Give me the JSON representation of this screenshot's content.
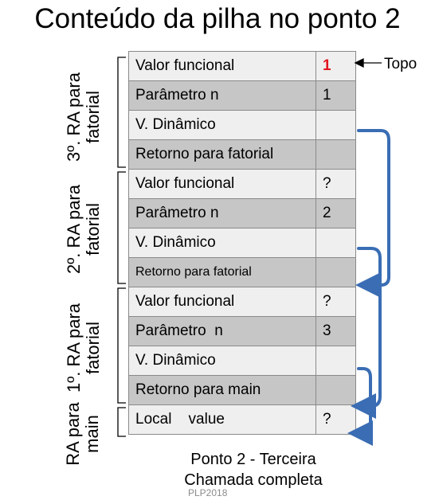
{
  "title": "Conteúdo da pilha no ponto 2",
  "topo_label": "Topo",
  "rows": [
    {
      "label": "Valor funcional",
      "value": "1"
    },
    {
      "label": "Parâmetro n",
      "value": "1"
    },
    {
      "label": "V. Dinâmico",
      "value": ""
    },
    {
      "label": "Retorno para fatorial",
      "value": ""
    },
    {
      "label": "Valor funcional",
      "value": "?"
    },
    {
      "label": "Parâmetro n",
      "value": "2"
    },
    {
      "label": "V. Dinâmico",
      "value": ""
    },
    {
      "label": "Retorno para fatorial",
      "value": ""
    },
    {
      "label": "Valor funcional",
      "value": "?"
    },
    {
      "label": "Parâmetro  n",
      "value": "3"
    },
    {
      "label": "V. Dinâmico",
      "value": ""
    },
    {
      "label": "Retorno para main",
      "value": ""
    },
    {
      "label": "Local    value",
      "value": "?"
    }
  ],
  "groups": [
    {
      "line1": "3º. RA para",
      "line2": "fatorial"
    },
    {
      "line1": "2º. RA para",
      "line2": "fatorial"
    },
    {
      "line1": "1º. RA para",
      "line2": "fatorial"
    },
    {
      "line1": "RA para",
      "line2": "main"
    }
  ],
  "caption_line1": "Ponto 2 - Terceira",
  "caption_line2": "Chamada completa",
  "footer": "PLP2018",
  "colors": {
    "arrow": "#3a6db4",
    "highlight": "#e0141e",
    "row_light": "#efefef",
    "row_dark": "#c6c6c6"
  }
}
